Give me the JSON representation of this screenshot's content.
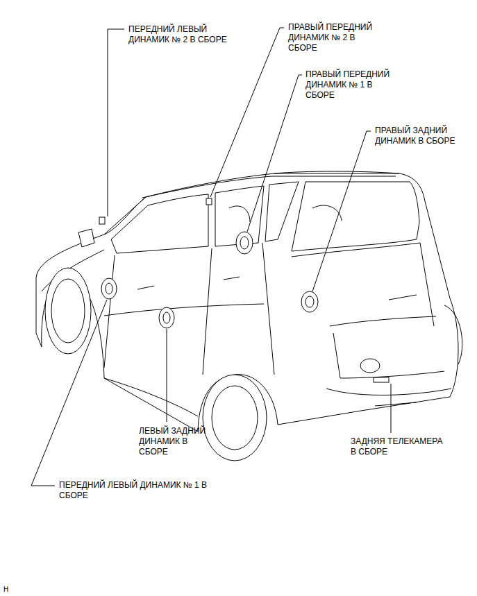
{
  "diagram": {
    "labels": [
      "ПЕРЕДНИЙ ЛЕВЫЙ ДИНАМИК № 2 В СБОРЕ",
      "ПРАВЫЙ ПЕРЕДНИЙ ДИНАМИК № 2 В СБОРЕ",
      "ПРАВЫЙ ПЕРЕДНИЙ ДИНАМИК № 1 В СБОРЕ",
      "ПРАВЫЙ ЗАДНИЙ ДИНАМИК В СБОРЕ",
      "ЛЕВЫЙ ЗАДНИЙ ДИНАМИК В СБОРЕ",
      "ЗАДНЯЯ ТЕЛЕКАМЕРА В СБОРЕ",
      "ПЕРЕДНИЙ ЛЕВЫЙ ДИНАМИК № 1 В СБОРЕ",
      "H"
    ]
  }
}
